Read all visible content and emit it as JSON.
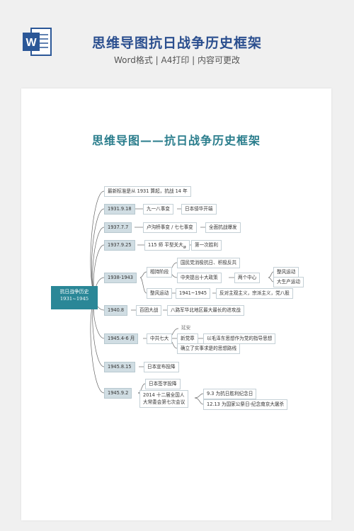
{
  "header": {
    "title": "思维导图抗日战争历史框架",
    "subtitle": "Word格式 | A4打印 | 内容可更改",
    "icon_letter": "W"
  },
  "mindmap": {
    "title": "思维导图——抗日战争历史框架",
    "root_line1": "抗日战争历史",
    "root_line2": "1931~1945",
    "n1": "最新标准是从 1931 算起，抗战 14 年",
    "n2": "1931.9.18",
    "n2a": "九一八事变",
    "n2b": "日本侵华开端",
    "n3": "1937.7.7",
    "n3a": "卢沟桥事变 / 七七事变",
    "n3b": "全面抗战爆发",
    "n4": "1937.9.25",
    "n4a": "115 师  平型关大",
    "n4a_small": "捷",
    "n4b": "第一次胜利",
    "n5": "1938-1943",
    "n5a": "相持阶段",
    "n5a1": "国民党消极抗日、积极反共",
    "n5a2": "中央提出十大政策",
    "n5a2a": "两个中心",
    "n5a2a1": "整风运动",
    "n5a2a2": "大生产运动",
    "n5b": "整风运动",
    "n5b1": "1941~1945",
    "n5b2": "反对主观主义，宗派主义，党八股",
    "n6": "1940.8",
    "n6a": "百团大战",
    "n6b": "八路军华北地区最大最长的进攻战",
    "n7": "1945.4-6 月",
    "n7a": "中共七大",
    "n7a_loc": "延安",
    "n7b": "新党章",
    "n7b1": "以毛泽东思想作为党的指导思想",
    "n7c": "确立了实事求是的思想路线",
    "n8": "1945.8.15",
    "n8a": "日本宣布投降",
    "n9": "1945.9.2",
    "n9a": "日本签字投降",
    "n9b_line1": "2014 十二届全国人",
    "n9b_line2": "大常委会第七次会议",
    "n9b1": "9.3 为抗日胜利纪念日",
    "n9b2": "12.13 为国家公祭日-纪念南京大屠杀"
  },
  "colors": {
    "header_title": "#2b4f8f",
    "map_title": "#2a7d8c",
    "root": "#2a8797",
    "date_fill": "#d0dde3",
    "word_blue": "#2b5797"
  }
}
